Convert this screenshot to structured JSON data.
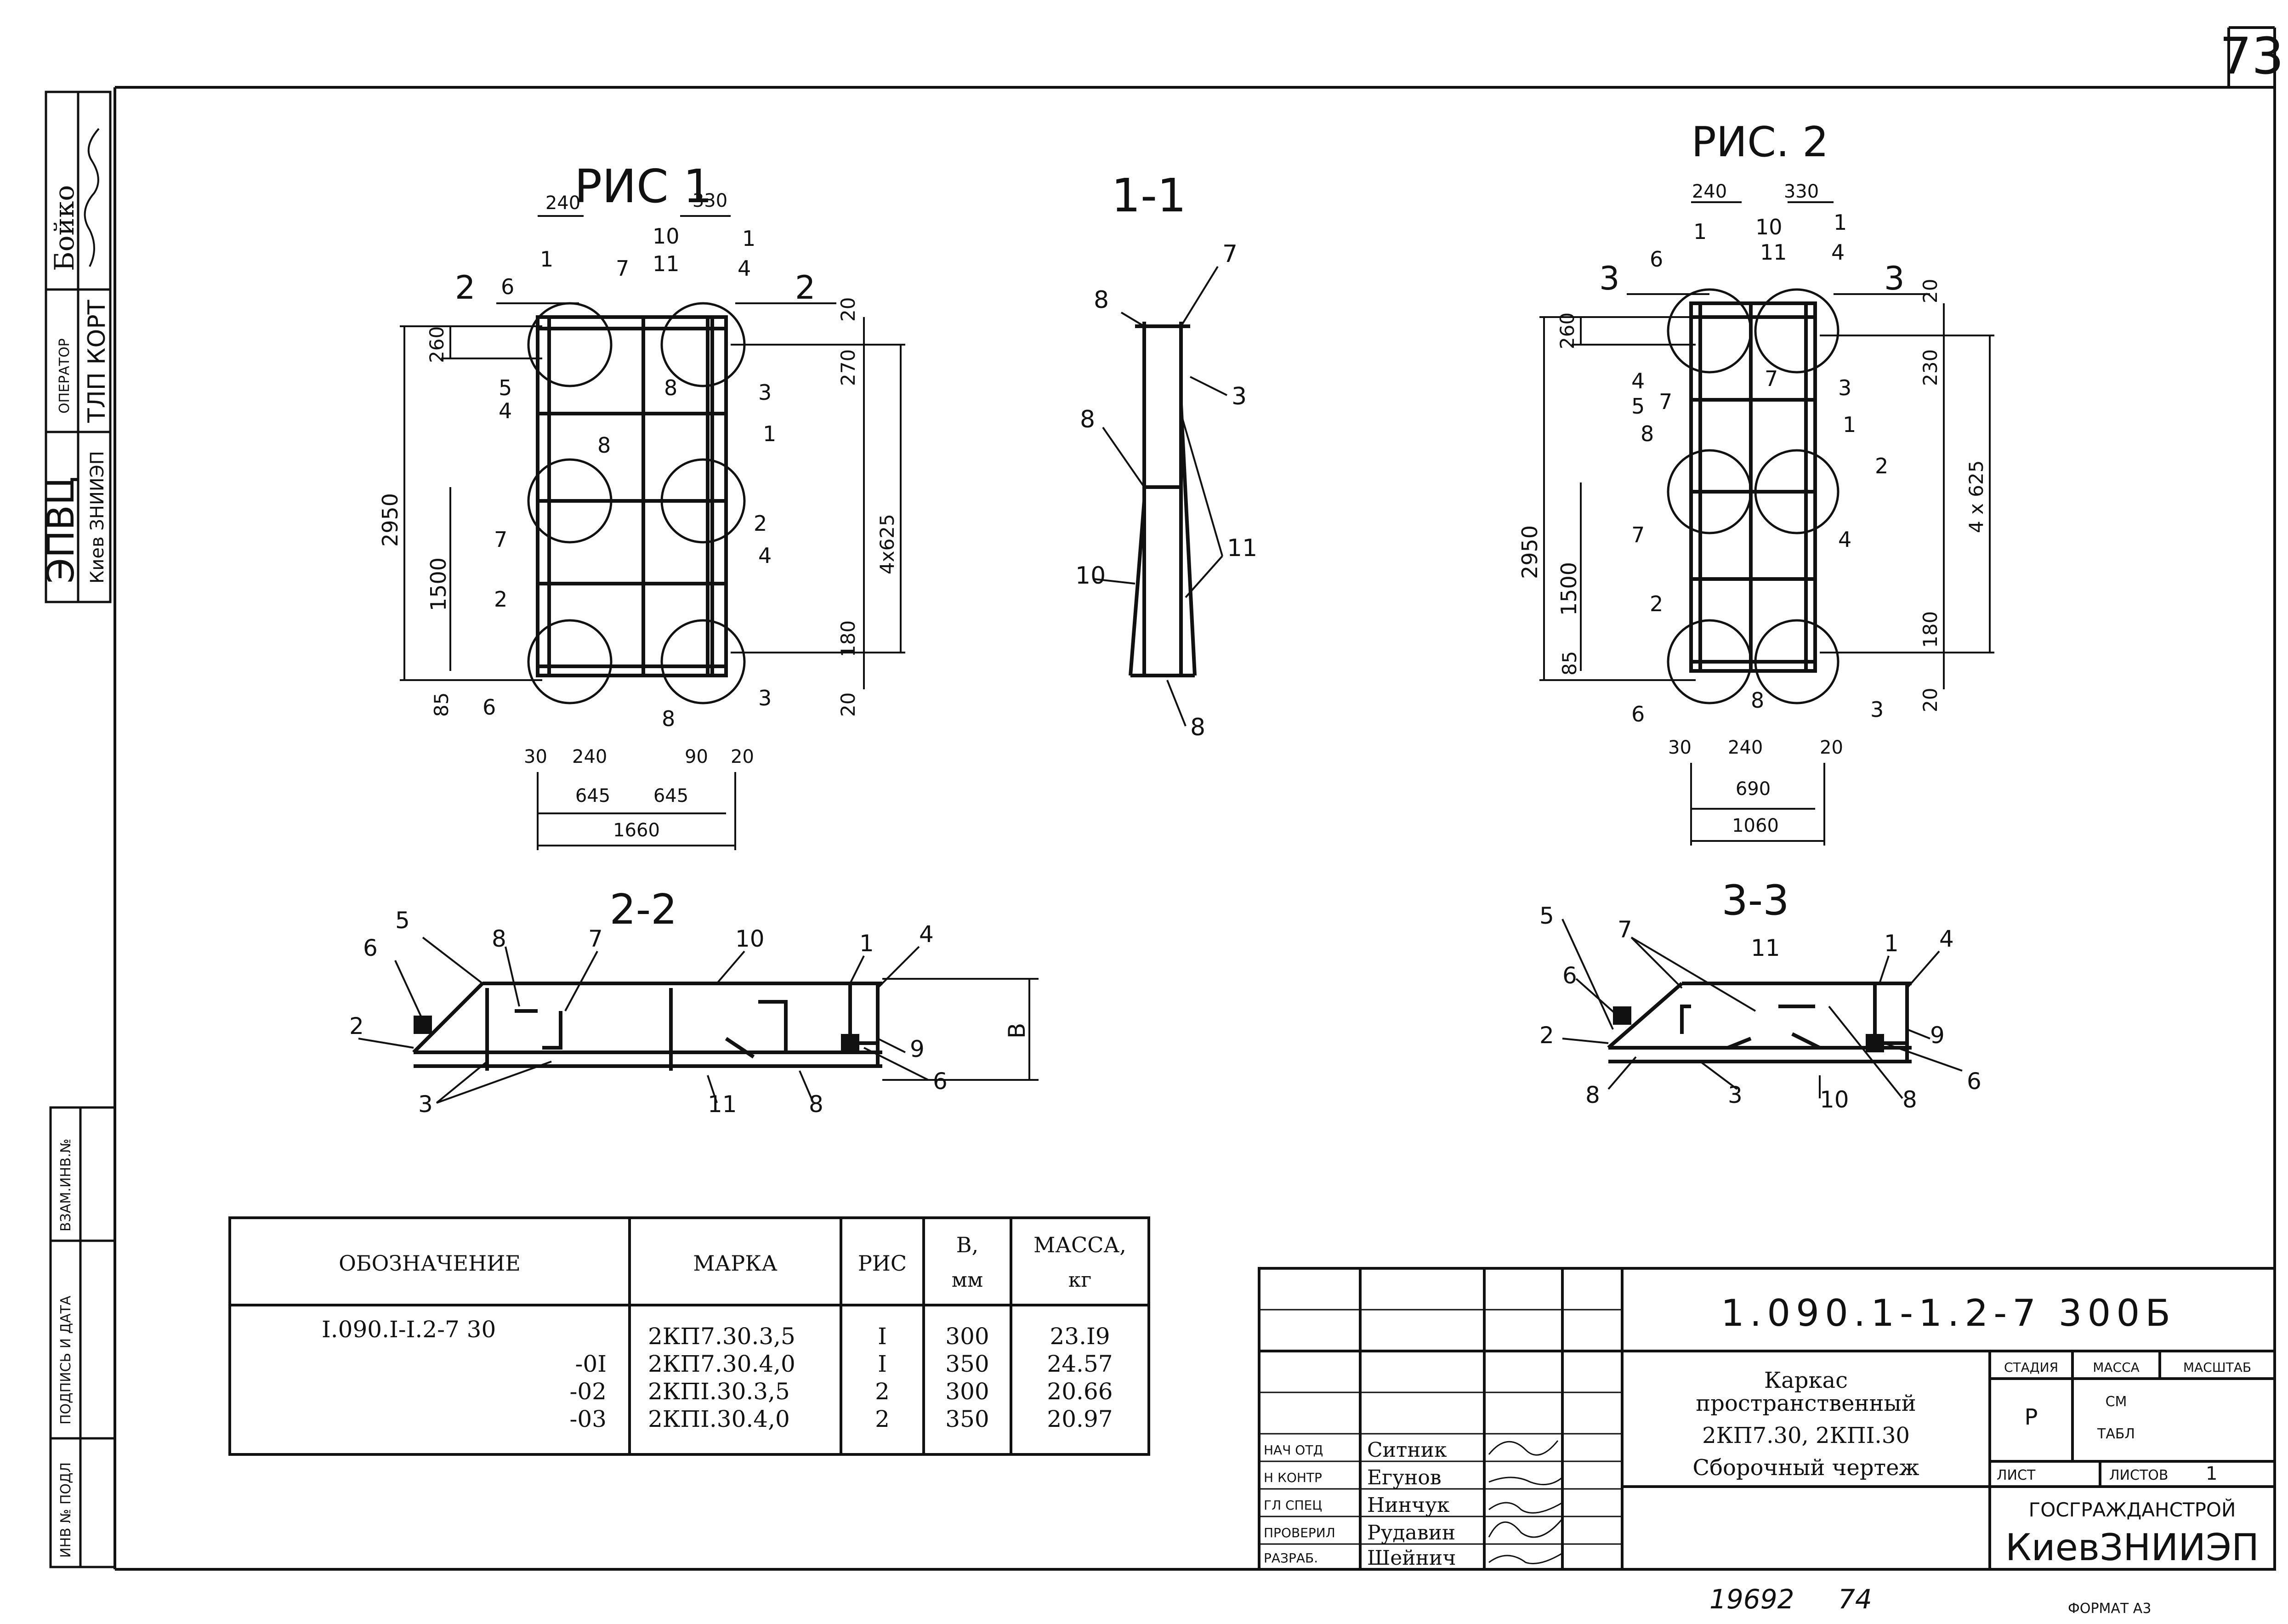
{
  "sheet_number": "73",
  "side_stamp": {
    "org_big": "ЭПВЦ",
    "org_small": "Киев ЗНИИЭП",
    "operator_label": "ОПЕРАТОР",
    "operator_value": "ТЛП КОРТ",
    "name": "Бойко"
  },
  "side_fields": {
    "vzam": "ВЗАМ.ИНВ.№",
    "podpis": "ПОДПИСЬ И ДАТА",
    "inv": "ИНВ № ПОДЛ"
  },
  "fig1": {
    "title": "РИС 1",
    "dims": {
      "top1": "240",
      "top2": "330",
      "h260": "260",
      "h2950": "2950",
      "h1500": "1500",
      "h85": "85",
      "r20a": "20",
      "r270": "270",
      "r4x625": "4x625",
      "r180": "180",
      "r20b": "20",
      "b30": "30",
      "b240": "240",
      "b90": "90",
      "b20": "20",
      "b645a": "645",
      "b645b": "645",
      "b1660": "1660"
    },
    "marks": {
      "m1a": "1",
      "m1b": "1",
      "m2a": "2",
      "m2b": "2",
      "m6a": "6",
      "m7a": "7",
      "m10": "10",
      "m11": "11",
      "m4a": "4",
      "m5": "5",
      "m4b": "4",
      "m8a": "8",
      "m3a": "3",
      "m1c": "1",
      "m8b": "8",
      "m7b": "7",
      "m2c": "2",
      "m4c": "4",
      "m2d": "2",
      "m6b": "6",
      "m8c": "8",
      "m3b": "3"
    }
  },
  "sec11": {
    "title": "1-1",
    "marks": {
      "m7": "7",
      "m8a": "8",
      "m3": "3",
      "m8b": "8",
      "m10": "10",
      "m11": "11",
      "m8c": "8"
    }
  },
  "fig2": {
    "title": "РИС. 2",
    "dims": {
      "top1": "240",
      "top2": "330",
      "h260": "260",
      "h2950": "2950",
      "h1500": "1500",
      "h85": "85",
      "r20a": "20",
      "r230": "230",
      "r4x625": "4 x 625",
      "r180": "180",
      "r20b": "20",
      "b30": "30",
      "b240": "240",
      "b20": "20",
      "b690": "690",
      "b1060": "1060"
    },
    "marks": {
      "m1a": "1",
      "m1b": "1",
      "m3a": "3",
      "m3b": "3",
      "m6a": "6",
      "m10": "10",
      "m11": "11",
      "m4a": "4",
      "m4b": "4",
      "m5": "5",
      "m7a": "7",
      "m7b": "7",
      "m3c": "3",
      "m1c": "1",
      "m8a": "8",
      "m2a": "2",
      "m7c": "7",
      "m4c": "4",
      "m2b": "2",
      "m6b": "6",
      "m8b": "8",
      "m3d": "3"
    }
  },
  "sec22": {
    "title": "2-2",
    "marks": {
      "m5": "5",
      "m6a": "6",
      "m8a": "8",
      "m7": "7",
      "m10": "10",
      "m1": "1",
      "m4": "4",
      "m2": "2",
      "m3": "3",
      "m11": "11",
      "m8b": "8",
      "m9": "9",
      "m6b": "6",
      "dimB": "В"
    }
  },
  "sec33": {
    "title": "3-3",
    "marks": {
      "m5": "5",
      "m7": "7",
      "m11": "11",
      "m1": "1",
      "m4": "4",
      "m6a": "6",
      "m2": "2",
      "m9": "9",
      "m8a": "8",
      "m3": "3",
      "m10": "10",
      "m8b": "8",
      "m6b": "6"
    }
  },
  "spec_table": {
    "headers": {
      "oboz": "ОБОЗНАЧЕНИЕ",
      "marka": "МАРКА",
      "ris": "РИС",
      "b": "В,",
      "b_unit": "мм",
      "massa": "МАССА,",
      "massa_unit": "кг"
    },
    "rows": [
      {
        "oboz": "I.090.I-I.2-7 30",
        "marka": "2КП7.30.3,5",
        "ris": "I",
        "b": "300",
        "massa": "23.I9"
      },
      {
        "oboz": "-0I",
        "marka": "2КП7.30.4,0",
        "ris": "I",
        "b": "350",
        "massa": "24.57"
      },
      {
        "oboz": "-02",
        "marka": "2КПI.30.3,5",
        "ris": "2",
        "b": "300",
        "massa": "20.66"
      },
      {
        "oboz": "-03",
        "marka": "2КПI.30.4,0",
        "ris": "2",
        "b": "350",
        "massa": "20.97"
      }
    ]
  },
  "title_block": {
    "code": "1.090.1-1.2-7 300Б",
    "name_lines": [
      "Каркас",
      "пространственный",
      "2КП7.30, 2КПI.30",
      "Сборочный  чертеж"
    ],
    "stage_label": "СТАДИЯ",
    "mass_label": "МАССА",
    "scale_label": "МАСШТАБ",
    "stage_value": "Р",
    "mass_value_1": "СМ",
    "mass_value_2": "ТАБЛ",
    "sheet_label": "ЛИСТ",
    "sheets_label": "ЛИСТОВ",
    "sheets_value": "1",
    "org1": "ГОСГРАЖДАНСТРОЙ",
    "org2": "КиевЗНИИЭП",
    "roles": [
      {
        "role": "НАЧ ОТД",
        "name": "Ситник"
      },
      {
        "role": "Н КОНТР",
        "name": "Егунов"
      },
      {
        "role": "ГЛ СПЕЦ",
        "name": "Нинчук"
      },
      {
        "role": "ПРОВЕРИЛ",
        "name": "Рудавин"
      },
      {
        "role": "РАЗРАБ.",
        "name": "Шейнич"
      }
    ]
  },
  "footer": {
    "num1": "19692",
    "num2": "74",
    "format": "ФОРМАТ А3"
  }
}
